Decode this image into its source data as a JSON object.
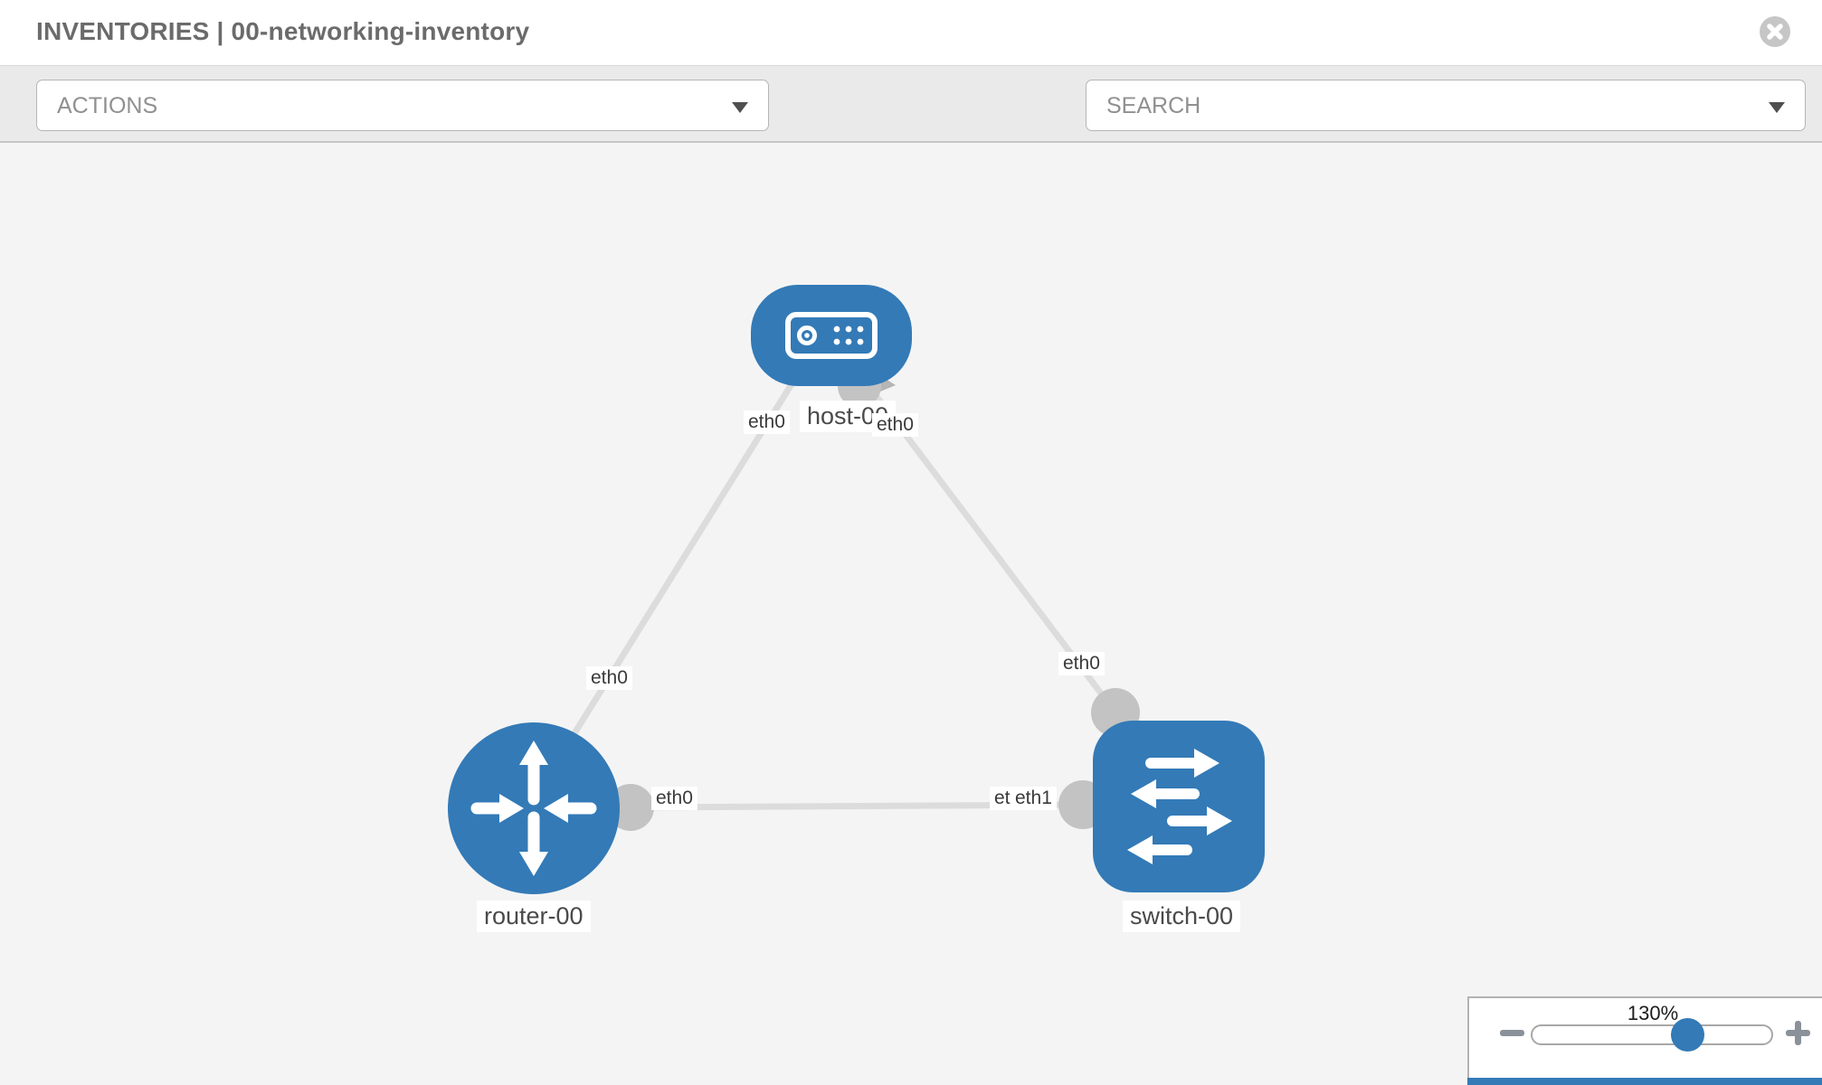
{
  "header": {
    "title": "INVENTORIES | 00-networking-inventory"
  },
  "toolbar": {
    "actions_label": "ACTIONS",
    "search_label": "SEARCH"
  },
  "icons": {
    "close": "close-circle",
    "wrench": "wrench",
    "key": "key",
    "actions_caret": "chevron-down",
    "search_caret": "chevron-down",
    "zoom_out": "minus",
    "zoom_in": "plus"
  },
  "topology": {
    "nodes": [
      {
        "id": "host-00",
        "type": "host",
        "label": "host-00"
      },
      {
        "id": "router-00",
        "type": "router",
        "label": "router-00"
      },
      {
        "id": "switch-00",
        "type": "switch",
        "label": "switch-00"
      }
    ],
    "links": [
      {
        "from": "host-00",
        "from_if": "eth0",
        "to": "router-00",
        "to_if": "eth0"
      },
      {
        "from": "host-00",
        "from_if": "eth0",
        "to": "switch-00",
        "to_if": "eth0"
      },
      {
        "from": "router-00",
        "from_if": "eth0",
        "to": "switch-00",
        "to_if": "eth1"
      }
    ],
    "interface_labels": {
      "host_to_router_near_host": "eth0",
      "host_to_switch_near_host": "eth0",
      "host_to_router_near_router": "eth0",
      "router_to_switch_near_router": "eth0",
      "host_to_switch_near_switch": "eth0",
      "router_to_switch_near_switch_under": "eth0",
      "router_to_switch_near_switch": "eth1"
    }
  },
  "zoom_control": {
    "level": "130%"
  },
  "colors": {
    "node_blue": "#337ab7",
    "link_gray": "#dcdcdc",
    "interface_gray": "#c3c3c3",
    "arrowhead_gray": "#b5b5b5"
  }
}
